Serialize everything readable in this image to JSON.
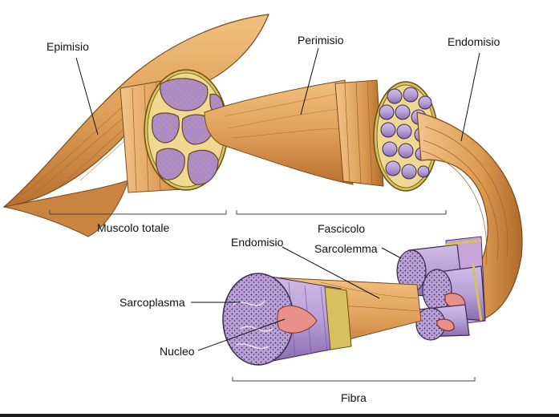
{
  "labels": {
    "epimisio": "Epimisio",
    "perimisio": "Perimisio",
    "endomisio_top": "Endomisio",
    "muscolo_totale": "Muscolo totale",
    "fascicolo": "Fascicolo",
    "endomisio_mid": "Endomisio",
    "sarcolemma": "Sarcolemma",
    "sarcoplasma": "Sarcoplasma",
    "nucleo": "Nucleo",
    "fibra": "Fibra"
  },
  "colors": {
    "muscle_tan": "#e0a05a",
    "muscle_dark": "#b8702e",
    "sheath_yellow": "#d8c060",
    "fiber_purple": "#b9a0d8",
    "fiber_dark": "#8a6bb0",
    "nucleus_pink": "#e8908a"
  }
}
